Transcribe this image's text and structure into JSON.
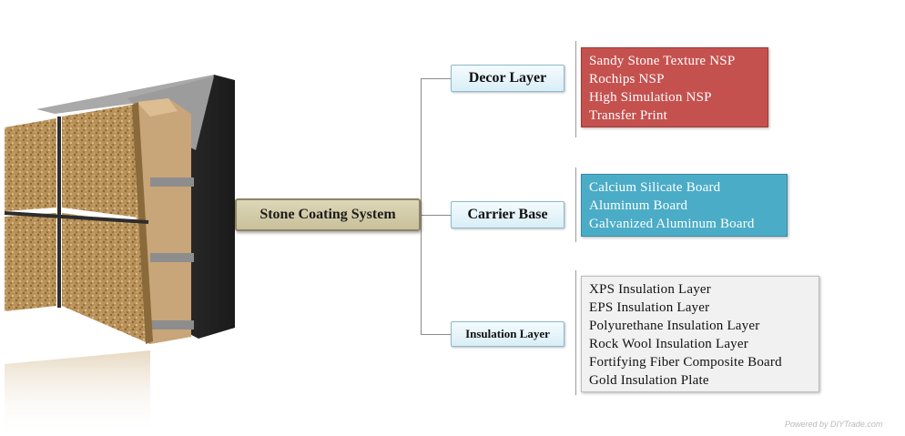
{
  "diagram": {
    "root": {
      "label": "Stone Coating System"
    },
    "categories": [
      {
        "label": "Decor Layer",
        "items": [
          "Sandy Stone Texture NSP",
          "Rochips NSP",
          "High Simulation NSP",
          "Transfer Print"
        ]
      },
      {
        "label": "Carrier Base",
        "items": [
          "Calcium Silicate Board",
          "Aluminum Board",
          "Galvanized Aluminum Board"
        ]
      },
      {
        "label": "Insulation Layer",
        "items": [
          "XPS Insulation Layer",
          "EPS Insulation Layer",
          "Polyurethane Insulation Layer",
          "Rock Wool Insulation Layer",
          "Fortifying Fiber Composite Board",
          "Gold Insulation Plate"
        ]
      }
    ]
  },
  "colors": {
    "decor_box": "#c5514f",
    "carrier_box": "#4bacc7",
    "insulation_box": "#f1f1f1",
    "root_box": "#d4cdaa"
  },
  "watermark": "Powered by DIYTrade.com"
}
